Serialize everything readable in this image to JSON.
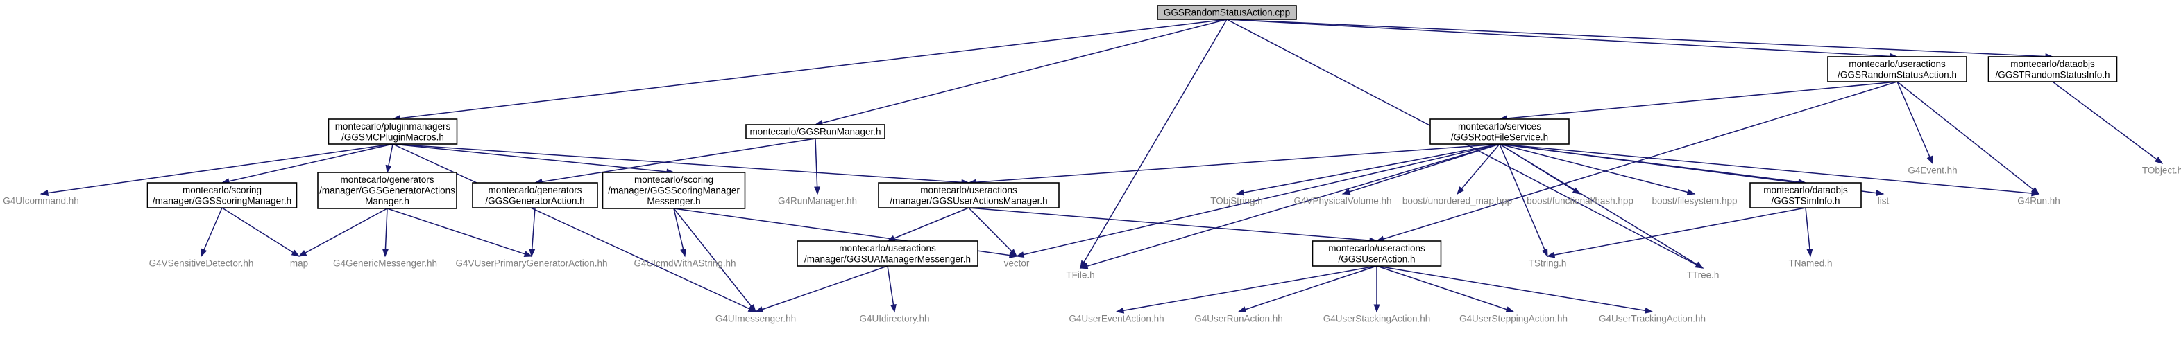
{
  "graph": {
    "nodes": [
      {
        "id": "root",
        "lines": [
          "GGSRandomStatusAction.cpp"
        ],
        "kind": "root"
      },
      {
        "id": "pluginmacros",
        "lines": [
          "montecarlo/pluginmanagers",
          "/GGSMCPluginMacros.h"
        ],
        "kind": "box"
      },
      {
        "id": "runmanager",
        "lines": [
          "montecarlo/GGSRunManager.h"
        ],
        "kind": "box"
      },
      {
        "id": "tfile",
        "lines": [
          "TFile.h"
        ],
        "kind": "ext"
      },
      {
        "id": "ttree",
        "lines": [
          "TTree.h"
        ],
        "kind": "ext"
      },
      {
        "id": "randomstatusaction",
        "lines": [
          "montecarlo/useractions",
          "/GGSRandomStatusAction.h"
        ],
        "kind": "box"
      },
      {
        "id": "randomstatusinfo",
        "lines": [
          "montecarlo/dataobjs",
          "/GGSTRandomStatusInfo.h"
        ],
        "kind": "box"
      },
      {
        "id": "g4uicommand",
        "lines": [
          "G4UIcommand.hh"
        ],
        "kind": "ext"
      },
      {
        "id": "scoringmanager",
        "lines": [
          "montecarlo/scoring",
          "/manager/GGSScoringManager.h"
        ],
        "kind": "box"
      },
      {
        "id": "generatoractionsmanager",
        "lines": [
          "montecarlo/generators",
          "/manager/GGSGeneratorActions",
          "Manager.h"
        ],
        "kind": "box"
      },
      {
        "id": "g4uimessenger",
        "lines": [
          "G4UImessenger.hh"
        ],
        "kind": "ext"
      },
      {
        "id": "scoringmanagermessenger",
        "lines": [
          "montecarlo/scoring",
          "/manager/GGSScoringManager",
          "Messenger.h"
        ],
        "kind": "box"
      },
      {
        "id": "useractionsmanager",
        "lines": [
          "montecarlo/useractions",
          "/manager/GGSUserActionsManager.h"
        ],
        "kind": "box"
      },
      {
        "id": "g4sensitivedetector",
        "lines": [
          "G4VSensitiveDetector.hh"
        ],
        "kind": "ext"
      },
      {
        "id": "map",
        "lines": [
          "map"
        ],
        "kind": "ext"
      },
      {
        "id": "g4genericmessenger",
        "lines": [
          "G4GenericMessenger.hh"
        ],
        "kind": "ext"
      },
      {
        "id": "g4vuserprimarygenerator",
        "lines": [
          "G4VUserPrimaryGeneratorAction.hh"
        ],
        "kind": "ext"
      },
      {
        "id": "generatoraction",
        "lines": [
          "montecarlo/generators",
          "/GGSGeneratorAction.h"
        ],
        "kind": "box"
      },
      {
        "id": "g4runmanager",
        "lines": [
          "G4RunManager.hh"
        ],
        "kind": "ext"
      },
      {
        "id": "g4uicmdwithastring",
        "lines": [
          "G4UIcmdWithAString.hh"
        ],
        "kind": "ext"
      },
      {
        "id": "vector",
        "lines": [
          "vector"
        ],
        "kind": "ext"
      },
      {
        "id": "uamanagermessenger",
        "lines": [
          "montecarlo/useractions",
          "/manager/GGSUAManagerMessenger.h"
        ],
        "kind": "box"
      },
      {
        "id": "g4uidirectory",
        "lines": [
          "G4UIdirectory.hh"
        ],
        "kind": "ext"
      },
      {
        "id": "rootfileservice",
        "lines": [
          "montecarlo/services",
          "/GGSRootFileService.h"
        ],
        "kind": "box"
      },
      {
        "id": "tobjstring",
        "lines": [
          "TObjString.h"
        ],
        "kind": "ext"
      },
      {
        "id": "g4vphysicalvolume",
        "lines": [
          "G4VPhysicalVolume.hh"
        ],
        "kind": "ext"
      },
      {
        "id": "boostunorderedmap",
        "lines": [
          "boost/unordered_map.hpp"
        ],
        "kind": "ext"
      },
      {
        "id": "boosthash",
        "lines": [
          "boost/functional/hash.hpp"
        ],
        "kind": "ext"
      },
      {
        "id": "boostfilesystem",
        "lines": [
          "boost/filesystem.hpp"
        ],
        "kind": "ext"
      },
      {
        "id": "simfinfo",
        "lines": [
          "montecarlo/dataobjs",
          "/GGSTSimInfo.h"
        ],
        "kind": "box"
      },
      {
        "id": "list",
        "lines": [
          "list"
        ],
        "kind": "ext"
      },
      {
        "id": "g4runhh",
        "lines": [
          "G4Run.hh"
        ],
        "kind": "ext"
      },
      {
        "id": "g4event",
        "lines": [
          "G4Event.hh"
        ],
        "kind": "ext"
      },
      {
        "id": "tobject",
        "lines": [
          "TObject.h"
        ],
        "kind": "ext"
      },
      {
        "id": "useraction",
        "lines": [
          "montecarlo/useractions",
          "/GGSUserAction.h"
        ],
        "kind": "box"
      },
      {
        "id": "tstring",
        "lines": [
          "TString.h"
        ],
        "kind": "ext"
      },
      {
        "id": "tnamed",
        "lines": [
          "TNamed.h"
        ],
        "kind": "ext"
      },
      {
        "id": "g4usereventaction",
        "lines": [
          "G4UserEventAction.hh"
        ],
        "kind": "ext"
      },
      {
        "id": "g4userrunaction",
        "lines": [
          "G4UserRunAction.hh"
        ],
        "kind": "ext"
      },
      {
        "id": "g4userstackingaction",
        "lines": [
          "G4UserStackingAction.hh"
        ],
        "kind": "ext"
      },
      {
        "id": "g4usersteppingaction",
        "lines": [
          "G4UserSteppingAction.hh"
        ],
        "kind": "ext"
      },
      {
        "id": "g4usertrackingaction",
        "lines": [
          "G4UserTrackingAction.hh"
        ],
        "kind": "ext"
      }
    ],
    "edges": [
      [
        "root",
        "pluginmacros"
      ],
      [
        "root",
        "runmanager"
      ],
      [
        "root",
        "tfile"
      ],
      [
        "root",
        "ttree"
      ],
      [
        "root",
        "randomstatusaction"
      ],
      [
        "root",
        "randomstatusinfo"
      ],
      [
        "pluginmacros",
        "g4uicommand"
      ],
      [
        "pluginmacros",
        "scoringmanager"
      ],
      [
        "pluginmacros",
        "generatoractionsmanager"
      ],
      [
        "pluginmacros",
        "g4uimessenger"
      ],
      [
        "pluginmacros",
        "scoringmanagermessenger"
      ],
      [
        "pluginmacros",
        "useractionsmanager"
      ],
      [
        "scoringmanager",
        "g4sensitivedetector"
      ],
      [
        "scoringmanager",
        "map"
      ],
      [
        "generatoractionsmanager",
        "map"
      ],
      [
        "generatoractionsmanager",
        "g4genericmessenger"
      ],
      [
        "generatoractionsmanager",
        "g4vuserprimarygenerator"
      ],
      [
        "runmanager",
        "generatoraction"
      ],
      [
        "runmanager",
        "g4runmanager"
      ],
      [
        "generatoraction",
        "g4vuserprimarygenerator"
      ],
      [
        "scoringmanagermessenger",
        "g4uicmdwithastring"
      ],
      [
        "scoringmanagermessenger",
        "g4uimessenger"
      ],
      [
        "scoringmanagermessenger",
        "vector"
      ],
      [
        "useractionsmanager",
        "uamanagermessenger"
      ],
      [
        "useractionsmanager",
        "vector"
      ],
      [
        "useractionsmanager",
        "useraction"
      ],
      [
        "uamanagermessenger",
        "g4uimessenger"
      ],
      [
        "uamanagermessenger",
        "g4uidirectory"
      ],
      [
        "randomstatusaction",
        "rootfileservice"
      ],
      [
        "randomstatusaction",
        "g4event"
      ],
      [
        "randomstatusaction",
        "g4runhh"
      ],
      [
        "randomstatusaction",
        "useraction"
      ],
      [
        "randomstatusinfo",
        "tobject"
      ],
      [
        "rootfileservice",
        "useractionsmanager"
      ],
      [
        "rootfileservice",
        "tfile"
      ],
      [
        "rootfileservice",
        "vector"
      ],
      [
        "rootfileservice",
        "tobjstring"
      ],
      [
        "rootfileservice",
        "g4vphysicalvolume"
      ],
      [
        "rootfileservice",
        "boostunorderedmap"
      ],
      [
        "rootfileservice",
        "boosthash"
      ],
      [
        "rootfileservice",
        "boostfilesystem"
      ],
      [
        "rootfileservice",
        "simfinfo"
      ],
      [
        "rootfileservice",
        "list"
      ],
      [
        "rootfileservice",
        "ttree"
      ],
      [
        "rootfileservice",
        "g4runhh"
      ],
      [
        "rootfileservice",
        "tstring"
      ],
      [
        "simfinfo",
        "tstring"
      ],
      [
        "simfinfo",
        "tnamed"
      ],
      [
        "useraction",
        "g4usereventaction"
      ],
      [
        "useraction",
        "g4userrunaction"
      ],
      [
        "useraction",
        "g4userstackingaction"
      ],
      [
        "useraction",
        "g4usersteppingaction"
      ],
      [
        "useraction",
        "g4usertrackingaction"
      ]
    ],
    "colors": {
      "edge": "#191970",
      "node_border": "#000000",
      "root_fill": "#bfbfbf",
      "external_text": "#808080",
      "text": "#000000"
    }
  }
}
